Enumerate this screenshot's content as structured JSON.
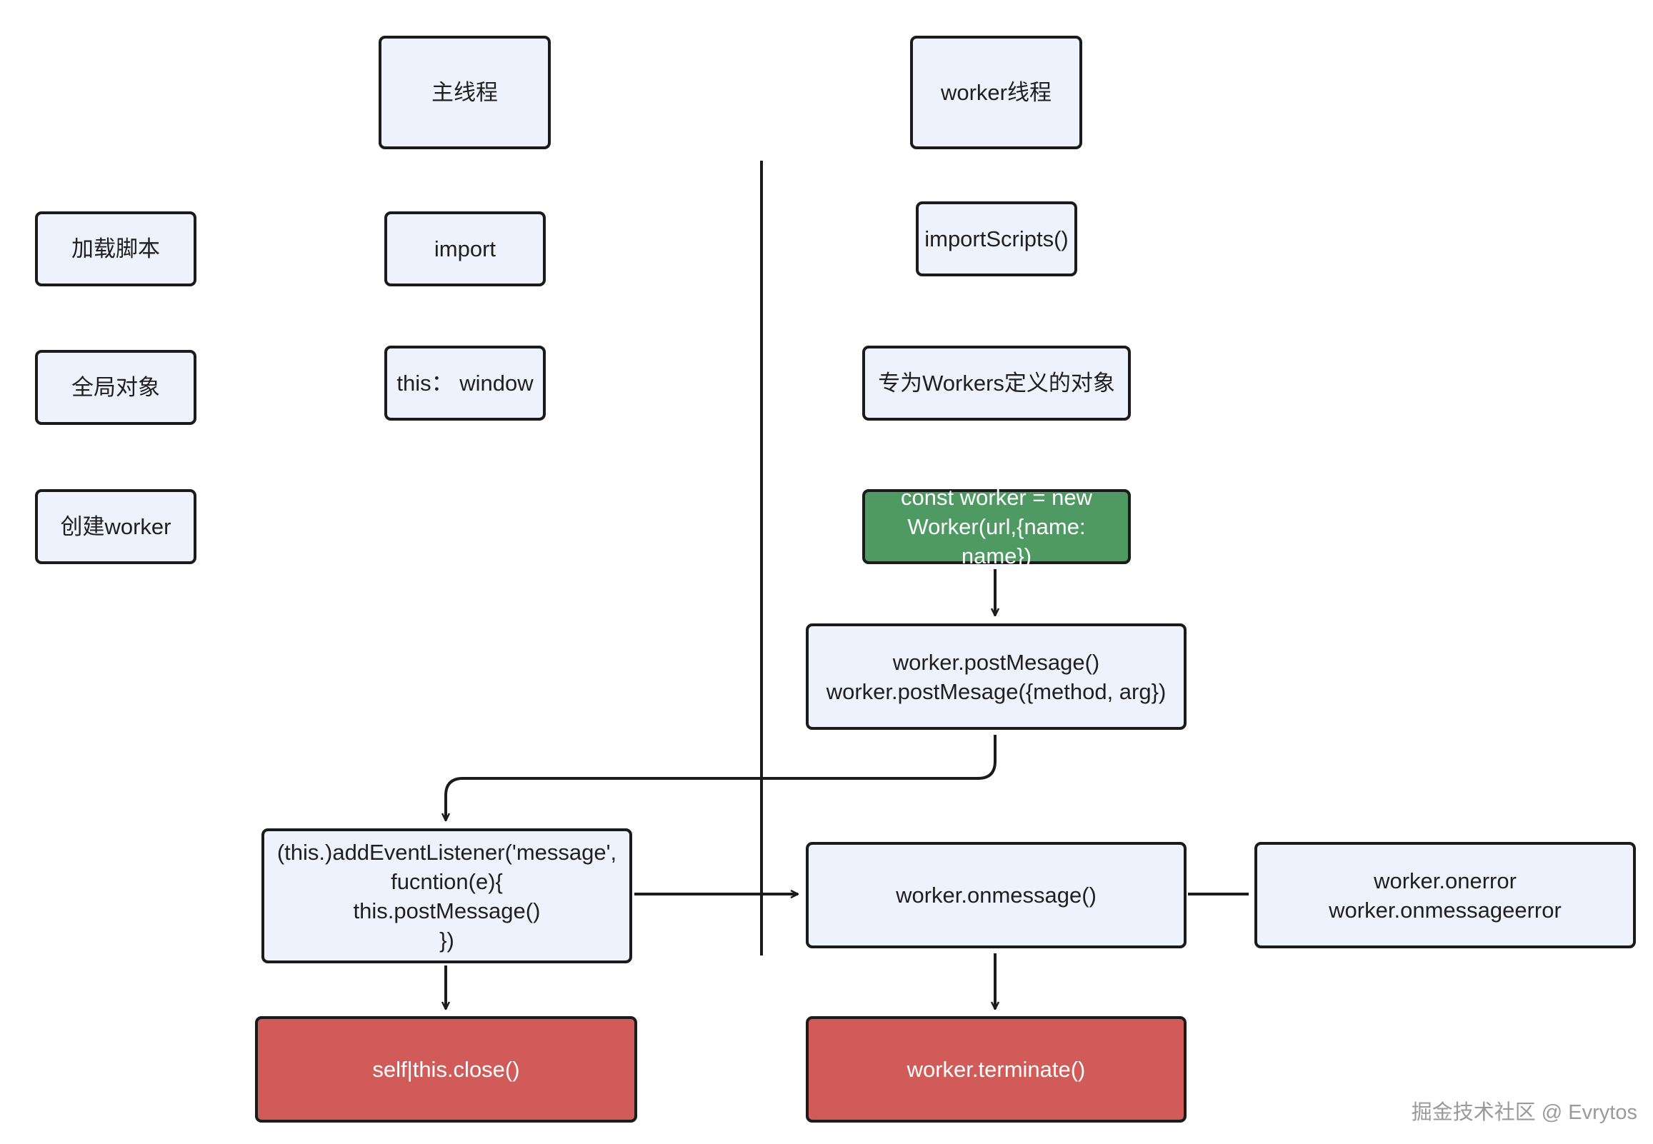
{
  "headers": {
    "main": "主线程",
    "worker": "worker线程"
  },
  "rows": {
    "load": "加载脚本",
    "global": "全局对象",
    "create": "创建worker"
  },
  "main_thread": {
    "import": "import",
    "this_window": "this：  window",
    "listener": "(this.)addEventListener('message',\nfucntion(e){\nthis.postMessage()\n})",
    "close": "self|this.close()"
  },
  "worker_thread": {
    "import_scripts": "importScripts()",
    "worker_object": "专为Workers定义的对象",
    "new_worker": "const worker = new\nWorker(url,{name: name})",
    "post_message": "worker.postMesage()\nworker.postMesage({method, arg})",
    "onmessage": "worker.onmessage()",
    "onerror": "worker.onerror\nworker.onmessageerror",
    "terminate": "worker.terminate()"
  },
  "colors": {
    "node_fill": "#eef2fc",
    "border": "#1b1b1b",
    "green": "#4f9962",
    "red": "#d15b58"
  },
  "watermark": "掘金技术社区 @ Evrytos"
}
